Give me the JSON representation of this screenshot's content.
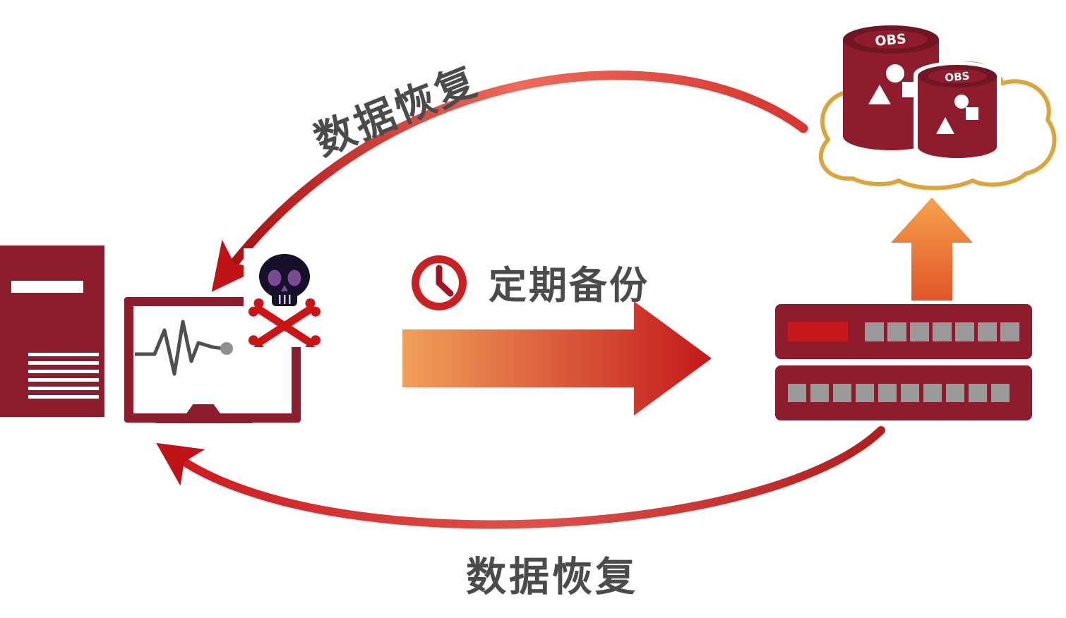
{
  "labels": {
    "recovery_top": "数据恢复",
    "periodic_backup": "定期备份",
    "recovery_bottom": "数据恢复"
  },
  "cloud_storage": {
    "obs_label_left": "OBS",
    "obs_label_right": "OBS"
  },
  "colors": {
    "maroon": "#8e1c2c",
    "bright_red": "#c8161d",
    "arrow_orange": "#f2a05a",
    "arrow_red": "#c3181b",
    "recovery_arrow_red": "#c01318",
    "cloud_gold": "#dca53c",
    "label_gray": "#4b4b4b",
    "slot_gray": "#9a9a9a",
    "skull_black": "#16102a",
    "skull_eye_purple": "#7b4a94",
    "crossbones_red": "#cc1414",
    "clock_red": "#c92121"
  },
  "icons": [
    {
      "name": "server-tower-icon",
      "shape": "css-rectangles"
    },
    {
      "name": "monitor-pulse-icon",
      "shape": "svg-polyline"
    },
    {
      "name": "skull-crossbones-icon",
      "shape": "svg"
    },
    {
      "name": "clock-icon",
      "shape": "svg-ring-hands"
    },
    {
      "name": "periodic-backup-arrow-icon",
      "shape": "svg-polygon-gradient"
    },
    {
      "name": "backup-appliance-icon",
      "shape": "css-rectangles"
    },
    {
      "name": "upload-arrow-icon",
      "shape": "svg-polygon-gradient"
    },
    {
      "name": "cloud-obs-icon",
      "shape": "svg-cloud-drums"
    },
    {
      "name": "recovery-arrow-top-icon",
      "shape": "svg-curved-path"
    },
    {
      "name": "recovery-arrow-bottom-icon",
      "shape": "svg-curved-path"
    }
  ]
}
